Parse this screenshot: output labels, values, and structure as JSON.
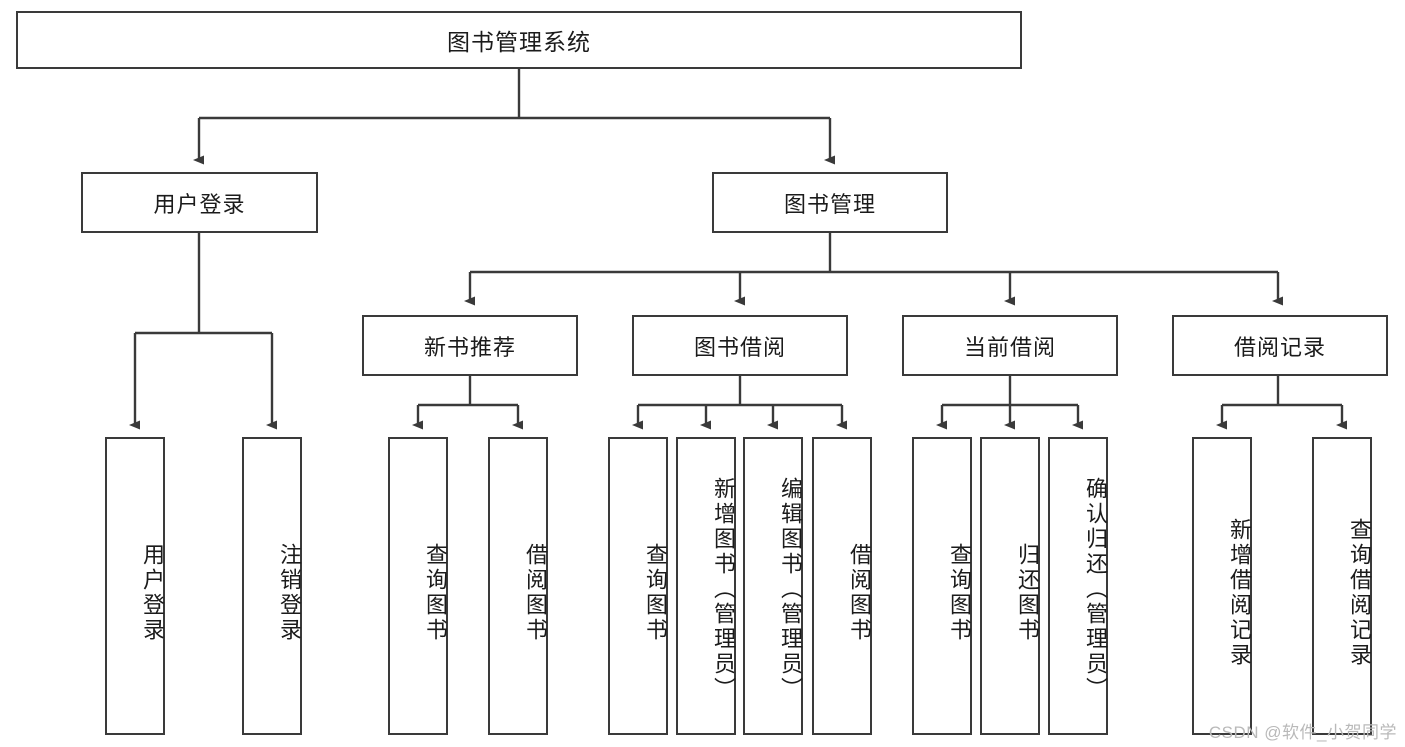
{
  "diagram": {
    "title": "图书管理系统",
    "type": "tree",
    "watermark": "CSDN @软件_小贺同学",
    "colors": {
      "stroke": "#3a3a3a",
      "fill": "#ffffff",
      "text": "#1b1b1b",
      "watermark": "#b9b9b9"
    },
    "root": {
      "label": "图书管理系统"
    },
    "level2": [
      {
        "label": "用户登录"
      },
      {
        "label": "图书管理"
      }
    ],
    "level3": [
      {
        "label": "新书推荐"
      },
      {
        "label": "图书借阅"
      },
      {
        "label": "当前借阅"
      },
      {
        "label": "借阅记录"
      }
    ],
    "leaves": {
      "user_login": [
        {
          "label": "用户登录"
        },
        {
          "label": "注销登录"
        }
      ],
      "new_book": [
        {
          "label": "查询图书"
        },
        {
          "label": "借阅图书"
        }
      ],
      "book_borrow": [
        {
          "label": "查询图书"
        },
        {
          "label": "新增图书（管理员）"
        },
        {
          "label": "编辑图书（管理员）"
        },
        {
          "label": "借阅图书"
        }
      ],
      "current_borrow": [
        {
          "label": "查询图书"
        },
        {
          "label": "归还图书"
        },
        {
          "label": "确认归还（管理员）"
        }
      ],
      "borrow_record": [
        {
          "label": "新增借阅记录"
        },
        {
          "label": "查询借阅记录"
        }
      ]
    }
  }
}
